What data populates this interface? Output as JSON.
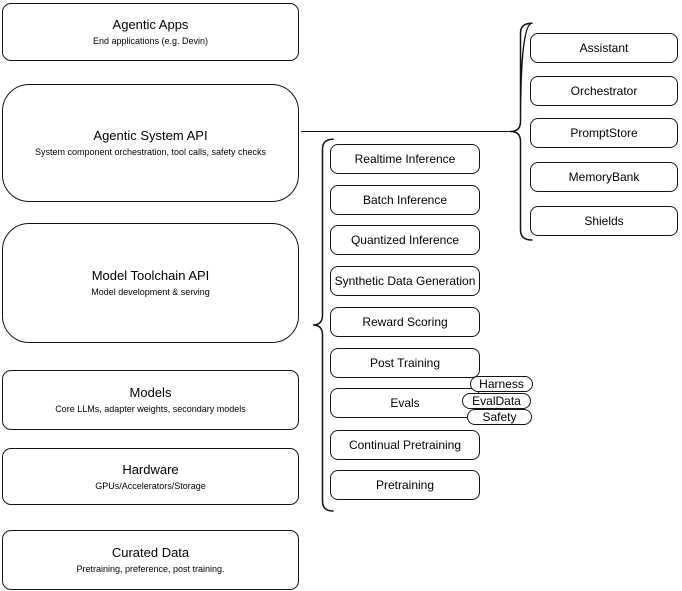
{
  "diagram": {
    "left_column": [
      {
        "title": "Agentic Apps",
        "subtitle": "End applications (e.g. Devin)"
      },
      {
        "title": "Agentic System API",
        "subtitle": "System component orchestration, tool calls, safety checks"
      },
      {
        "title": "Model Toolchain API",
        "subtitle": "Model development & serving"
      },
      {
        "title": "Models",
        "subtitle": "Core LLMs, adapter weights, secondary models"
      },
      {
        "title": "Hardware",
        "subtitle": "GPUs/Accelerators/Storage"
      },
      {
        "title": "Curated Data",
        "subtitle": "Pretraining, preference, post training."
      }
    ],
    "toolchain_items": [
      "Realtime Inference",
      "Batch Inference",
      "Quantized Inference",
      "Synthetic Data Generation",
      "Reward Scoring",
      "Post Training",
      "Evals",
      "Continual Pretraining",
      "Pretraining"
    ],
    "eval_tags": [
      "Harness",
      "EvalData",
      "Safety"
    ],
    "system_components": [
      "Assistant",
      "Orchestrator",
      "PromptStore",
      "MemoryBank",
      "Shields"
    ],
    "colors": {
      "background": "#ffffff",
      "box_fill": "#ffffff",
      "stroke": "#141414",
      "text": "#000000"
    }
  }
}
